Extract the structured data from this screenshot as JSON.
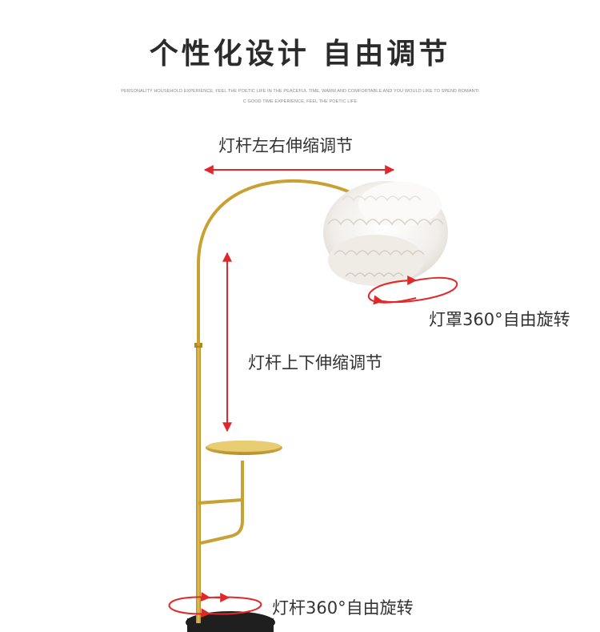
{
  "header": {
    "title": "个性化设计 自由调节",
    "tagline_line1": "PERSONALITY HOUSEHOLD EXPERIENCE, FEEL THE POETIC LIFE IN THE PEACEFUL TIME, WARM AND COMFORTABLE AND YOU WOULD LIKE TO SPEND ROMANTI",
    "tagline_line2": "C GOOD TIME EXPERIENCE, FEEL THE POETIC LIFE"
  },
  "annotations": {
    "horizontal_adjust": "灯杆左右伸缩调节",
    "shade_rotation": "灯罩360°自由旋转",
    "vertical_adjust": "灯杆上下伸缩调节",
    "pole_rotation": "灯杆360°自由旋转"
  },
  "colors": {
    "gold": "#c9a132",
    "arrow_red": "#e0282a",
    "base_black": "#1f1f1f",
    "feather_white": "#f4f2ef"
  }
}
